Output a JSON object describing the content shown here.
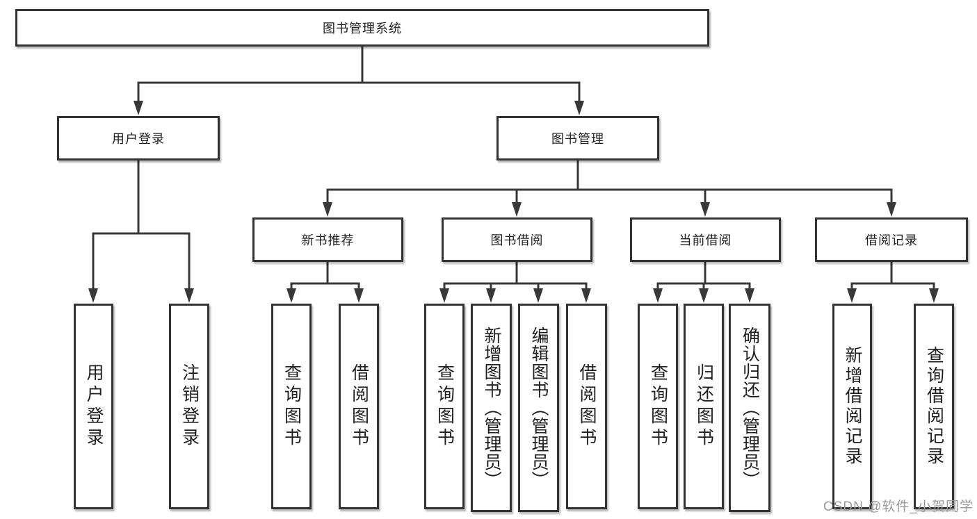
{
  "diagram": {
    "root": {
      "label": "图书管理系统"
    },
    "branches": [
      {
        "label": "用户登录",
        "children": [
          {
            "label": "用户登录"
          },
          {
            "label": "注销登录"
          }
        ]
      },
      {
        "label": "图书管理",
        "children": [
          {
            "label": "新书推荐",
            "children": [
              {
                "label": "查询图书"
              },
              {
                "label": "借阅图书"
              }
            ]
          },
          {
            "label": "图书借阅",
            "children": [
              {
                "label": "查询图书"
              },
              {
                "label": "新增图书（管理员）"
              },
              {
                "label": "编辑图书（管理员）"
              },
              {
                "label": "借阅图书"
              }
            ]
          },
          {
            "label": "当前借阅",
            "children": [
              {
                "label": "查询图书"
              },
              {
                "label": "归还图书"
              },
              {
                "label": "确认归还（管理员）"
              }
            ]
          },
          {
            "label": "借阅记录",
            "children": [
              {
                "label": "新增借阅记录"
              },
              {
                "label": "查询借阅记录"
              }
            ]
          }
        ]
      }
    ],
    "watermark": "CSDN @软件_小贺同学",
    "colors": {
      "line": "#383838",
      "box_border": "#333333",
      "text": "#1f1f1f",
      "watermark": "#9a9a9a",
      "background": "#ffffff"
    }
  }
}
